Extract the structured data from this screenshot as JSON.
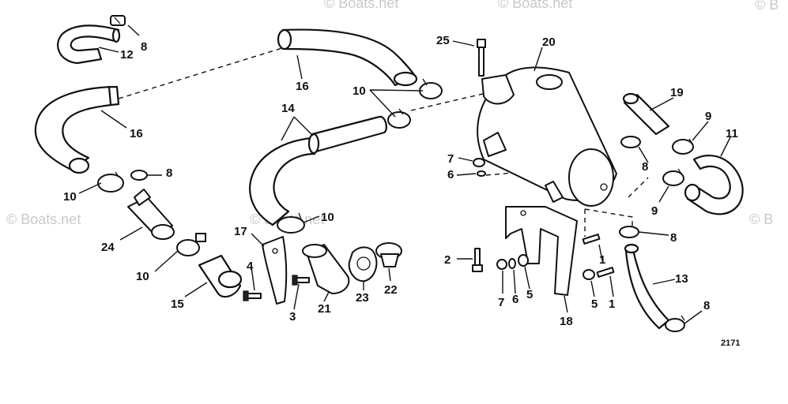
{
  "diagram": {
    "figure_number": "2171",
    "watermarks": [
      "© Boats.net",
      "© Boats.net",
      "© Boats.net",
      "© Boats.net",
      "© B",
      "© B"
    ],
    "part_labels": {
      "p1a": "1",
      "p1b": "1",
      "p2": "2",
      "p3": "3",
      "p4": "4",
      "p5a": "5",
      "p5b": "5",
      "p6a": "6",
      "p6b": "6",
      "p7a": "7",
      "p7b": "7",
      "p8a": "8",
      "p8b": "8",
      "p8c": "8",
      "p8d": "8",
      "p8e": "8",
      "p9a": "9",
      "p9b": "9",
      "p10a": "10",
      "p10b": "10",
      "p10c": "10",
      "p10d": "10",
      "p11": "11",
      "p12": "12",
      "p13": "13",
      "p14": "14",
      "p15": "15",
      "p16a": "16",
      "p16b": "16",
      "p17": "17",
      "p18": "18",
      "p19": "19",
      "p20": "20",
      "p21": "21",
      "p22": "22",
      "p23": "23",
      "p24": "24",
      "p25": "25"
    }
  }
}
